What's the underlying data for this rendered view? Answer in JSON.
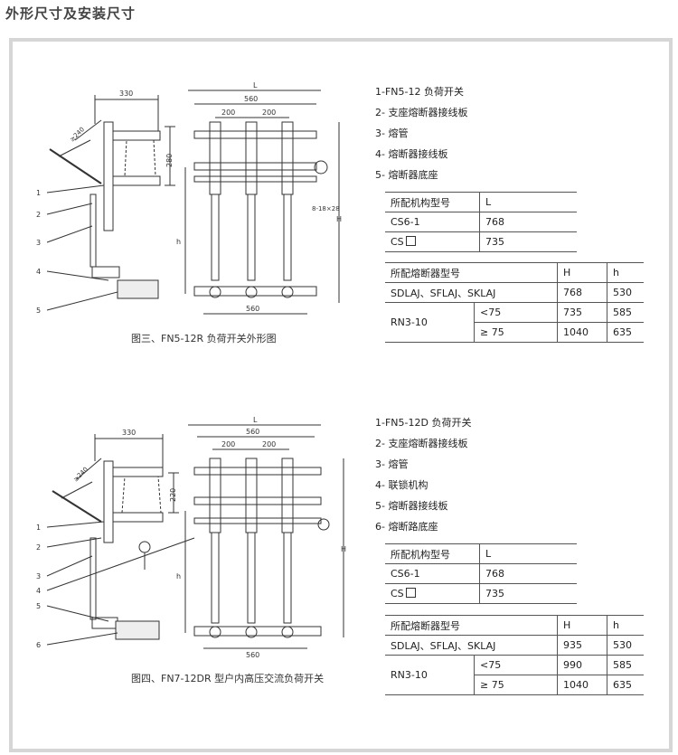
{
  "page_title": "外形尺寸及安装尺寸",
  "figure1": {
    "caption": "图三、FN5-12R 负荷开关外形图",
    "dims": {
      "L": "L",
      "w560_top": "560",
      "w200_a": "200",
      "w200_b": "200",
      "w330": "330",
      "a240": "≥240",
      "h280": "280",
      "hole": "8-18×28",
      "H": "H",
      "h": "h",
      "w560_bottom": "560"
    },
    "callouts": [
      "1",
      "2",
      "3",
      "4",
      "5"
    ],
    "legend": [
      "1-FN5-12 负荷开关",
      "2- 支座熔断器接线板",
      "3- 熔管",
      "4- 熔断器接线板",
      "5- 熔断器底座"
    ],
    "mech_table": {
      "headers": [
        "所配机构型号",
        "L"
      ],
      "rows": [
        [
          "CS6-1",
          "768"
        ],
        [
          "CS",
          "735"
        ]
      ]
    },
    "fuse_table": {
      "headers": [
        "所配熔断器型号",
        "H",
        "h"
      ],
      "row1": [
        "SDLAJ、SFLAJ、SKLAJ",
        "768",
        "530"
      ],
      "group": "RN3-10",
      "sub": [
        [
          "<75",
          "735",
          "585"
        ],
        [
          "≥ 75",
          "1040",
          "635"
        ]
      ]
    }
  },
  "figure2": {
    "caption": "图四、FN7-12DR 型户内高压交流负荷开关",
    "dims": {
      "L": "L",
      "w560_top": "560",
      "w200_a": "200",
      "w200_b": "200",
      "w330": "330",
      "a240": "≥240",
      "h220": "220",
      "H": "H",
      "h": "h",
      "w560_bottom": "560"
    },
    "callouts": [
      "1",
      "2",
      "3",
      "4",
      "5",
      "6"
    ],
    "legend": [
      "1-FN5-12D 负荷开关",
      "2- 支座熔断器接线板",
      "3- 熔管",
      "4- 联锁机构",
      "5- 熔断器接线板",
      "6- 熔断路底座"
    ],
    "mech_table": {
      "headers": [
        "所配机构型号",
        "L"
      ],
      "rows": [
        [
          "CS6-1",
          "768"
        ],
        [
          "CS",
          "735"
        ]
      ]
    },
    "fuse_table": {
      "headers": [
        "所配熔断器型号",
        "H",
        "h"
      ],
      "row1": [
        "SDLAJ、SFLAJ、SKLAJ",
        "935",
        "530"
      ],
      "group": "RN3-10",
      "sub": [
        [
          "<75",
          "990",
          "585"
        ],
        [
          "≥ 75",
          "1040",
          "635"
        ]
      ]
    }
  }
}
